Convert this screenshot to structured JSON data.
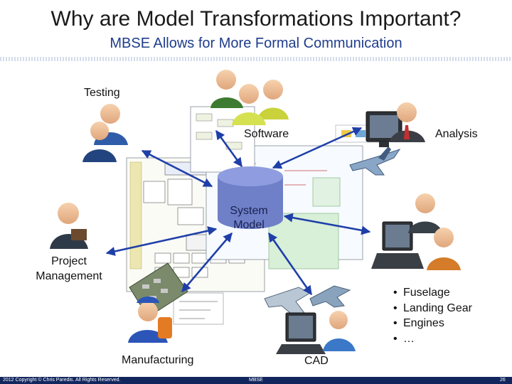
{
  "slide": {
    "title": "Why are Model Transformations Important?",
    "subtitle": "MBSE Allows for More Formal Communication"
  },
  "nodes": {
    "testing": "Testing",
    "software": "Software",
    "analysis": "Analysis",
    "system_model_line1": "System",
    "system_model_line2": "Model",
    "project_management_line1": "Project",
    "project_management_line2": "Management",
    "manufacturing": "Manufacturing",
    "cad": "CAD"
  },
  "cad_components": [
    "Fuselage",
    "Landing Gear",
    "Engines",
    "…"
  ],
  "footer": {
    "copyright": "2012 Copyright © Chris Paredis. All Rights Reserved.",
    "center_label": "MBSE",
    "page_number": "26"
  },
  "colors": {
    "title": "#1a1a1a",
    "subtitle": "#1f3d8c",
    "arrow": "#1f3fa8",
    "database": "#6f80c8",
    "footer_bar": "#12265e"
  },
  "icons": [
    "person-icon",
    "computer-icon",
    "airplane-icon",
    "laptop-icon",
    "database-icon",
    "circuit-board-icon"
  ]
}
